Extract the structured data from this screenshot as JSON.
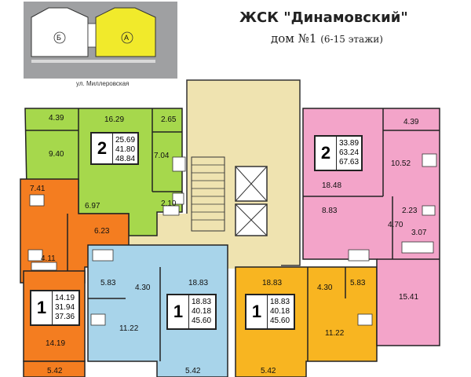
{
  "header": {
    "title": "ЖСК \"Динамовский\"",
    "subtitle": "дом №1",
    "floors": "(6-15 этажи)"
  },
  "site_plan": {
    "section_b": "Б",
    "section_a": "А",
    "street": "ул. Миллеровская"
  },
  "apartments": [
    {
      "rooms": "1",
      "areas": [
        "14.19",
        "31.94",
        "37.36"
      ],
      "color": "#f47d20"
    },
    {
      "rooms": "2",
      "areas": [
        "25.69",
        "41.80",
        "48.84"
      ],
      "color": "#a6d84c"
    },
    {
      "rooms": "1",
      "areas": [
        "18.83",
        "40.18",
        "45.60"
      ],
      "color": "#a8d4ea"
    },
    {
      "rooms": "1",
      "areas": [
        "18.83",
        "40.18",
        "45.60"
      ],
      "color": "#f8b521"
    },
    {
      "rooms": "2",
      "areas": [
        "33.89",
        "63.24",
        "67.63"
      ],
      "color": "#f3a4c9"
    }
  ],
  "rooms": {
    "g1": "4.39",
    "g2": "16.29",
    "g3": "2.65",
    "g4": "9.40",
    "g5": "7.04",
    "g6": "6.97",
    "g7": "2.10",
    "o1": "7.41",
    "o2": "6.23",
    "o3": "4.11",
    "o4": "14.19",
    "o5": "5.42",
    "b1": "5.83",
    "b2": "4.30",
    "b3": "18.83",
    "b4": "11.22",
    "b5": "5.42",
    "y1": "18.83",
    "y2": "4.30",
    "y3": "5.83",
    "y4": "11.22",
    "y5": "5.42",
    "p1": "4.39",
    "p2": "10.52",
    "p3": "18.48",
    "p4": "8.83",
    "p5": "2.23",
    "p6": "4.70",
    "p7": "3.07",
    "p8": "15.41"
  },
  "colors": {
    "green": "#a6d84c",
    "orange": "#f47d20",
    "blue": "#a8d4ea",
    "yellow_orange": "#f8b521",
    "pink": "#f3a4c9",
    "core": "#efe3b0",
    "yellow": "#f1ea2b",
    "site_bg": "#9fa0a2"
  }
}
